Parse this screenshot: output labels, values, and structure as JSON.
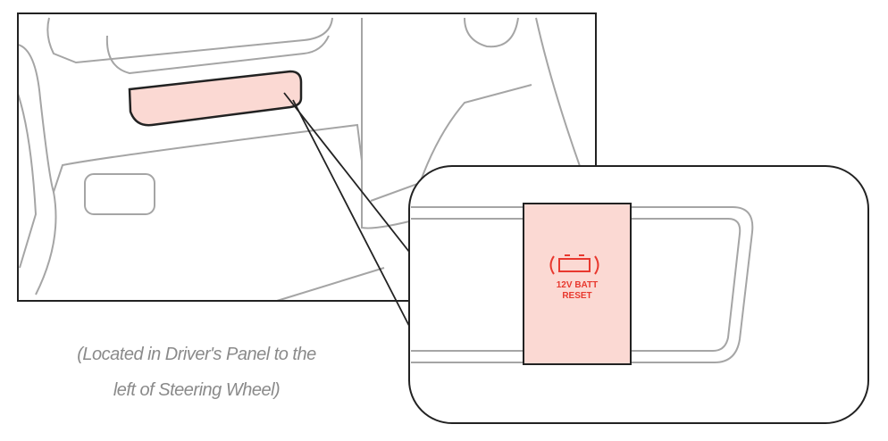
{
  "caption": {
    "line1": "(Located in Driver's Panel to the",
    "line2": "left of Steering Wheel)"
  },
  "switch": {
    "line1": "12V BATT",
    "line2": "RESET",
    "icon": "battery-icon"
  },
  "colors": {
    "highlight": "#fbd9d3",
    "label_red": "#e8382e",
    "line_gray": "#a0a0a0",
    "outline": "#222222"
  }
}
